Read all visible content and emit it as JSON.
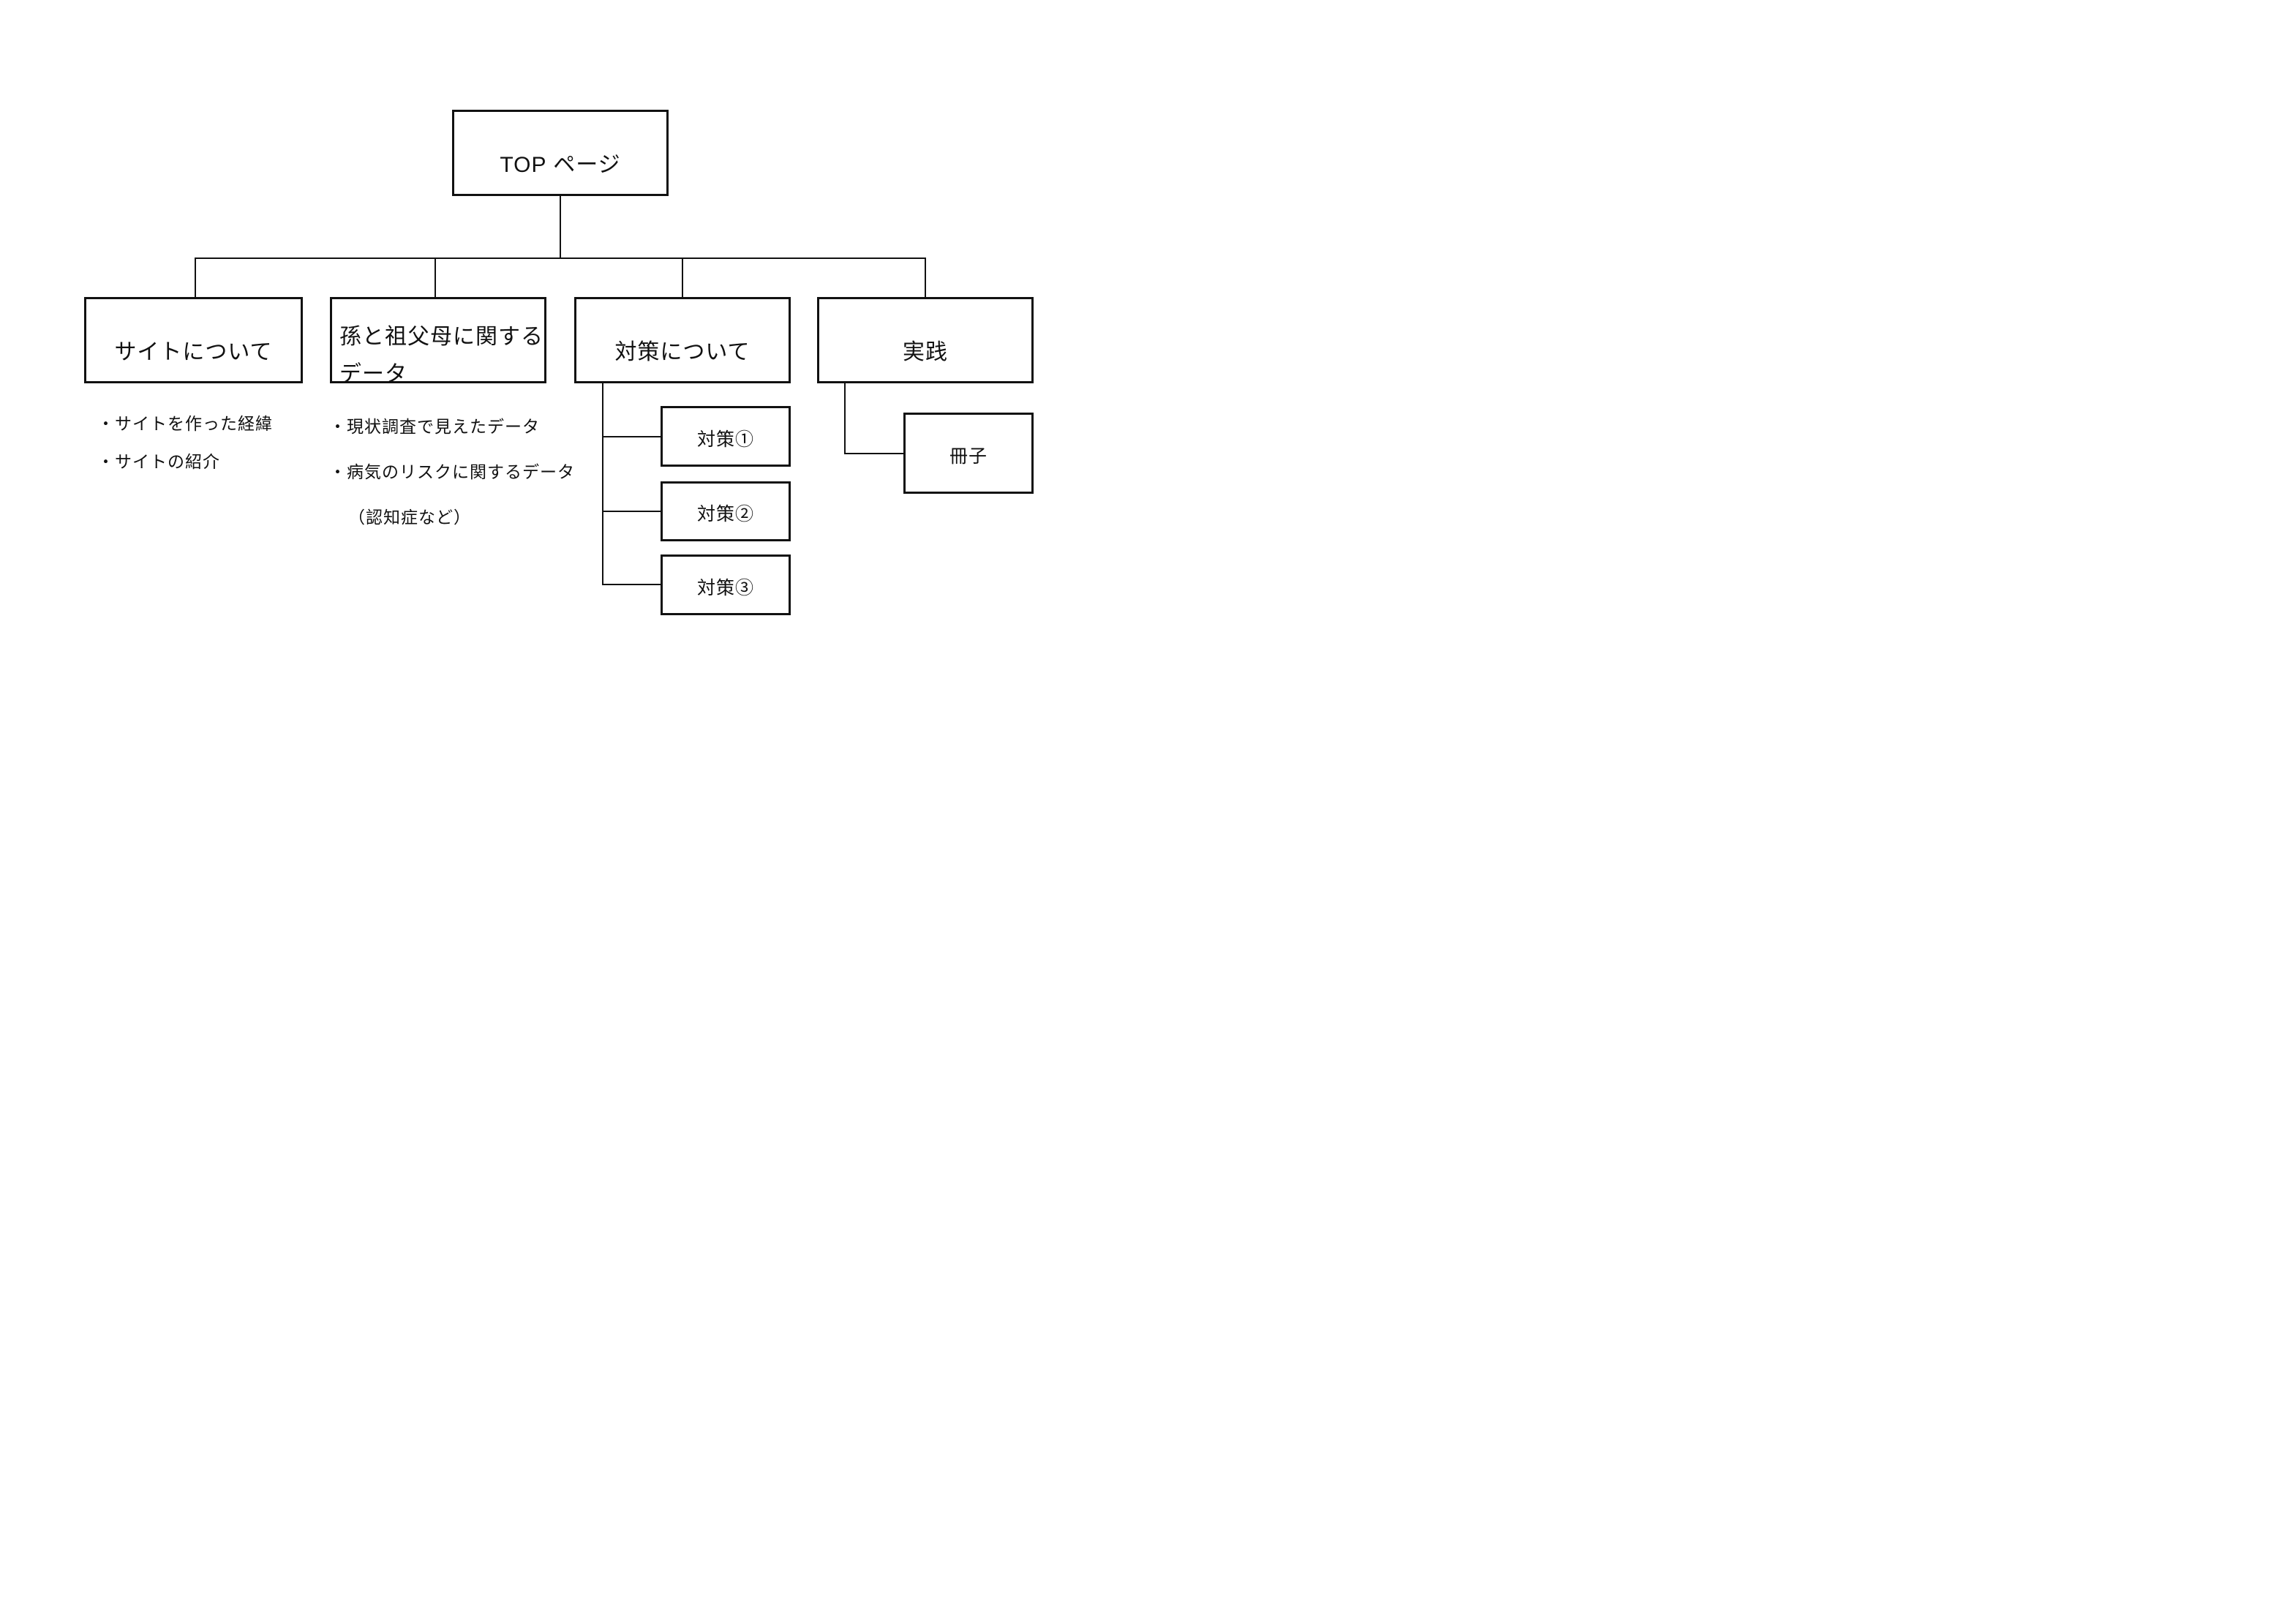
{
  "nodes": {
    "top": "TOP ページ",
    "about_site": "サイトについて",
    "grandparents_data_line1": "孫と祖父母に関する",
    "grandparents_data_line2": "データ",
    "measures": "対策について",
    "practice": "実践",
    "measure1": "対策①",
    "measure2": "対策②",
    "measure3": "対策③",
    "booklet": "冊子"
  },
  "bullets": {
    "about_site": [
      "・サイトを作った経緯",
      "・サイトの紹介"
    ],
    "grandparents_data": [
      "・現状調査で見えたデータ",
      "・病気のリスクに関するデータ",
      "（認知症など）"
    ]
  },
  "colors": {
    "line": "#111111",
    "background": "#ffffff"
  }
}
